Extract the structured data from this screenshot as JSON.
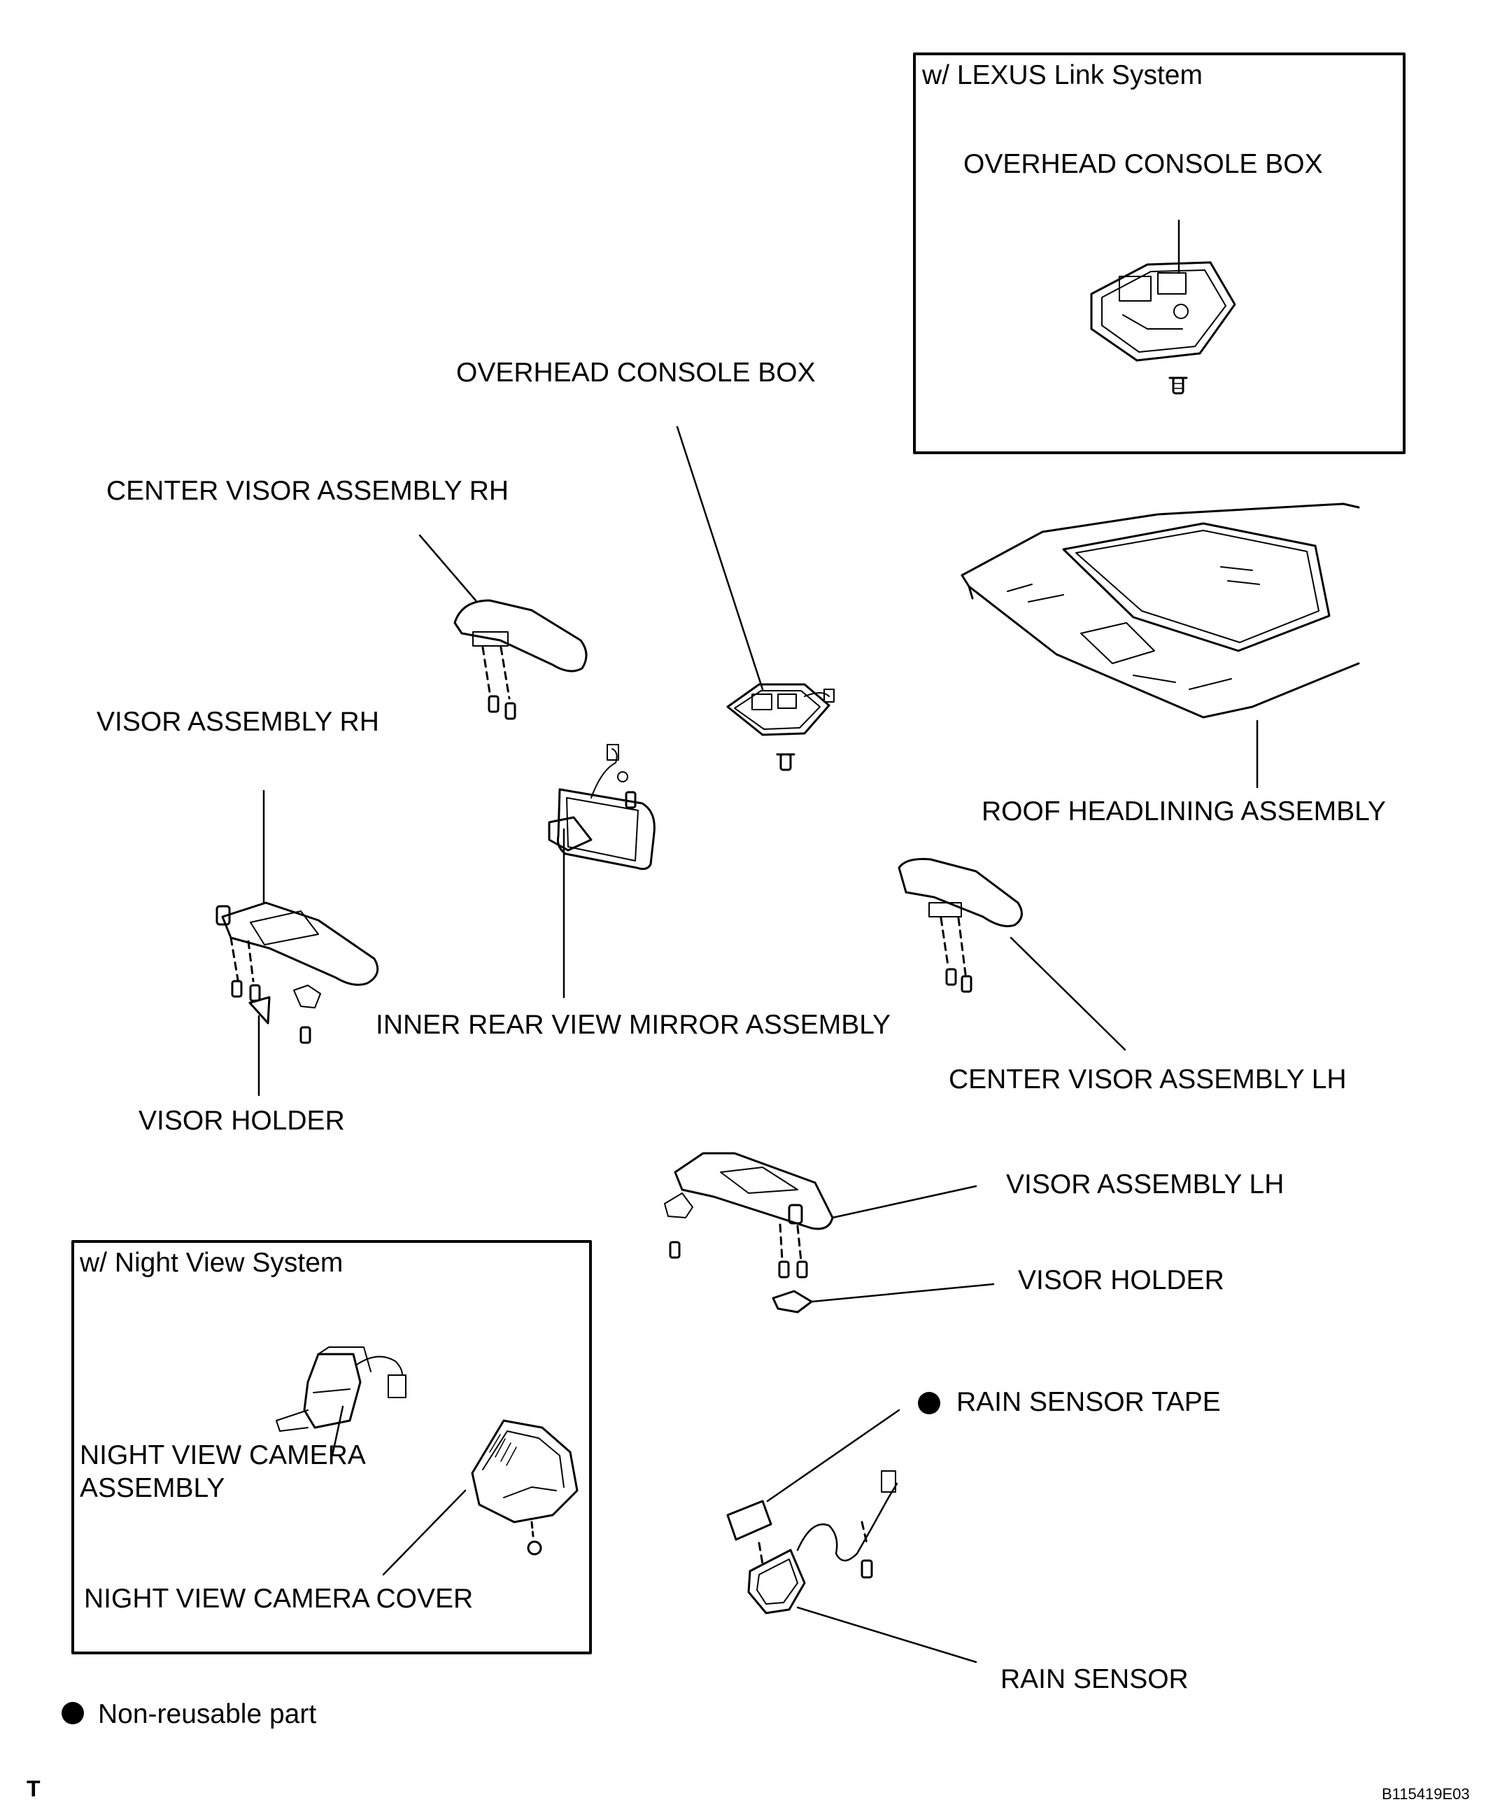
{
  "insets": {
    "lexus": {
      "title": "w/ LEXUS Link System",
      "part_label": "OVERHEAD CONSOLE BOX"
    },
    "night_view": {
      "title": "w/ Night View System",
      "camera_label_line1": "NIGHT VIEW CAMERA",
      "camera_label_line2": "ASSEMBLY",
      "cover_label": "NIGHT VIEW CAMERA COVER"
    }
  },
  "labels": {
    "overhead_console_box": "OVERHEAD CONSOLE BOX",
    "center_visor_rh": "CENTER VISOR ASSEMBLY RH",
    "visor_rh": "VISOR ASSEMBLY RH",
    "roof_headlining": "ROOF HEADLINING ASSEMBLY",
    "inner_mirror": "INNER REAR VIEW MIRROR ASSEMBLY",
    "center_visor_lh": "CENTER VISOR ASSEMBLY LH",
    "visor_holder_rh": "VISOR HOLDER",
    "visor_lh": "VISOR ASSEMBLY LH",
    "visor_holder_lh": "VISOR HOLDER",
    "rain_sensor_tape": "RAIN SENSOR TAPE",
    "rain_sensor": "RAIN SENSOR"
  },
  "legend": {
    "non_reusable": "Non-reusable part"
  },
  "footer": {
    "left_mark": "T",
    "figure_code": "B115419E03"
  },
  "icons": {
    "non_reusable_marker": "filled-circle-icon"
  }
}
